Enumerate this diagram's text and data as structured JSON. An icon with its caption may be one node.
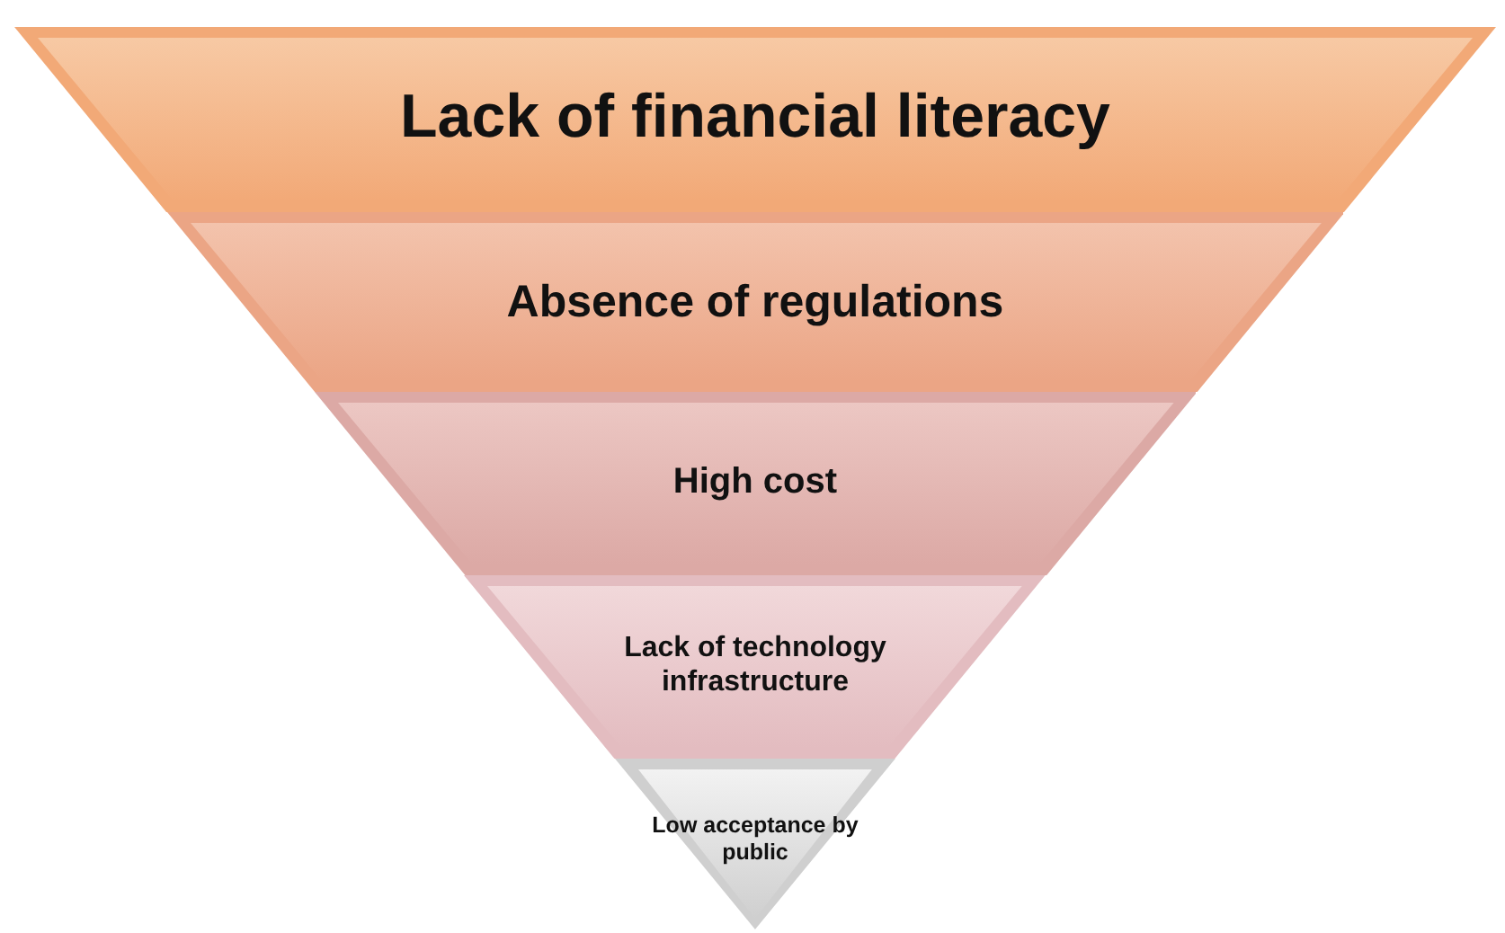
{
  "diagram": {
    "nodes": [
      {
        "text": [
          "Lack of financial literacy"
        ]
      },
      {
        "text": [
          "Absence of regulations"
        ]
      },
      {
        "text": [
          "High cost"
        ]
      },
      {
        "text": [
          "Lack of technology infrastructure"
        ]
      },
      {
        "text": [
          "Low acceptance by public"
        ]
      }
    ]
  }
}
